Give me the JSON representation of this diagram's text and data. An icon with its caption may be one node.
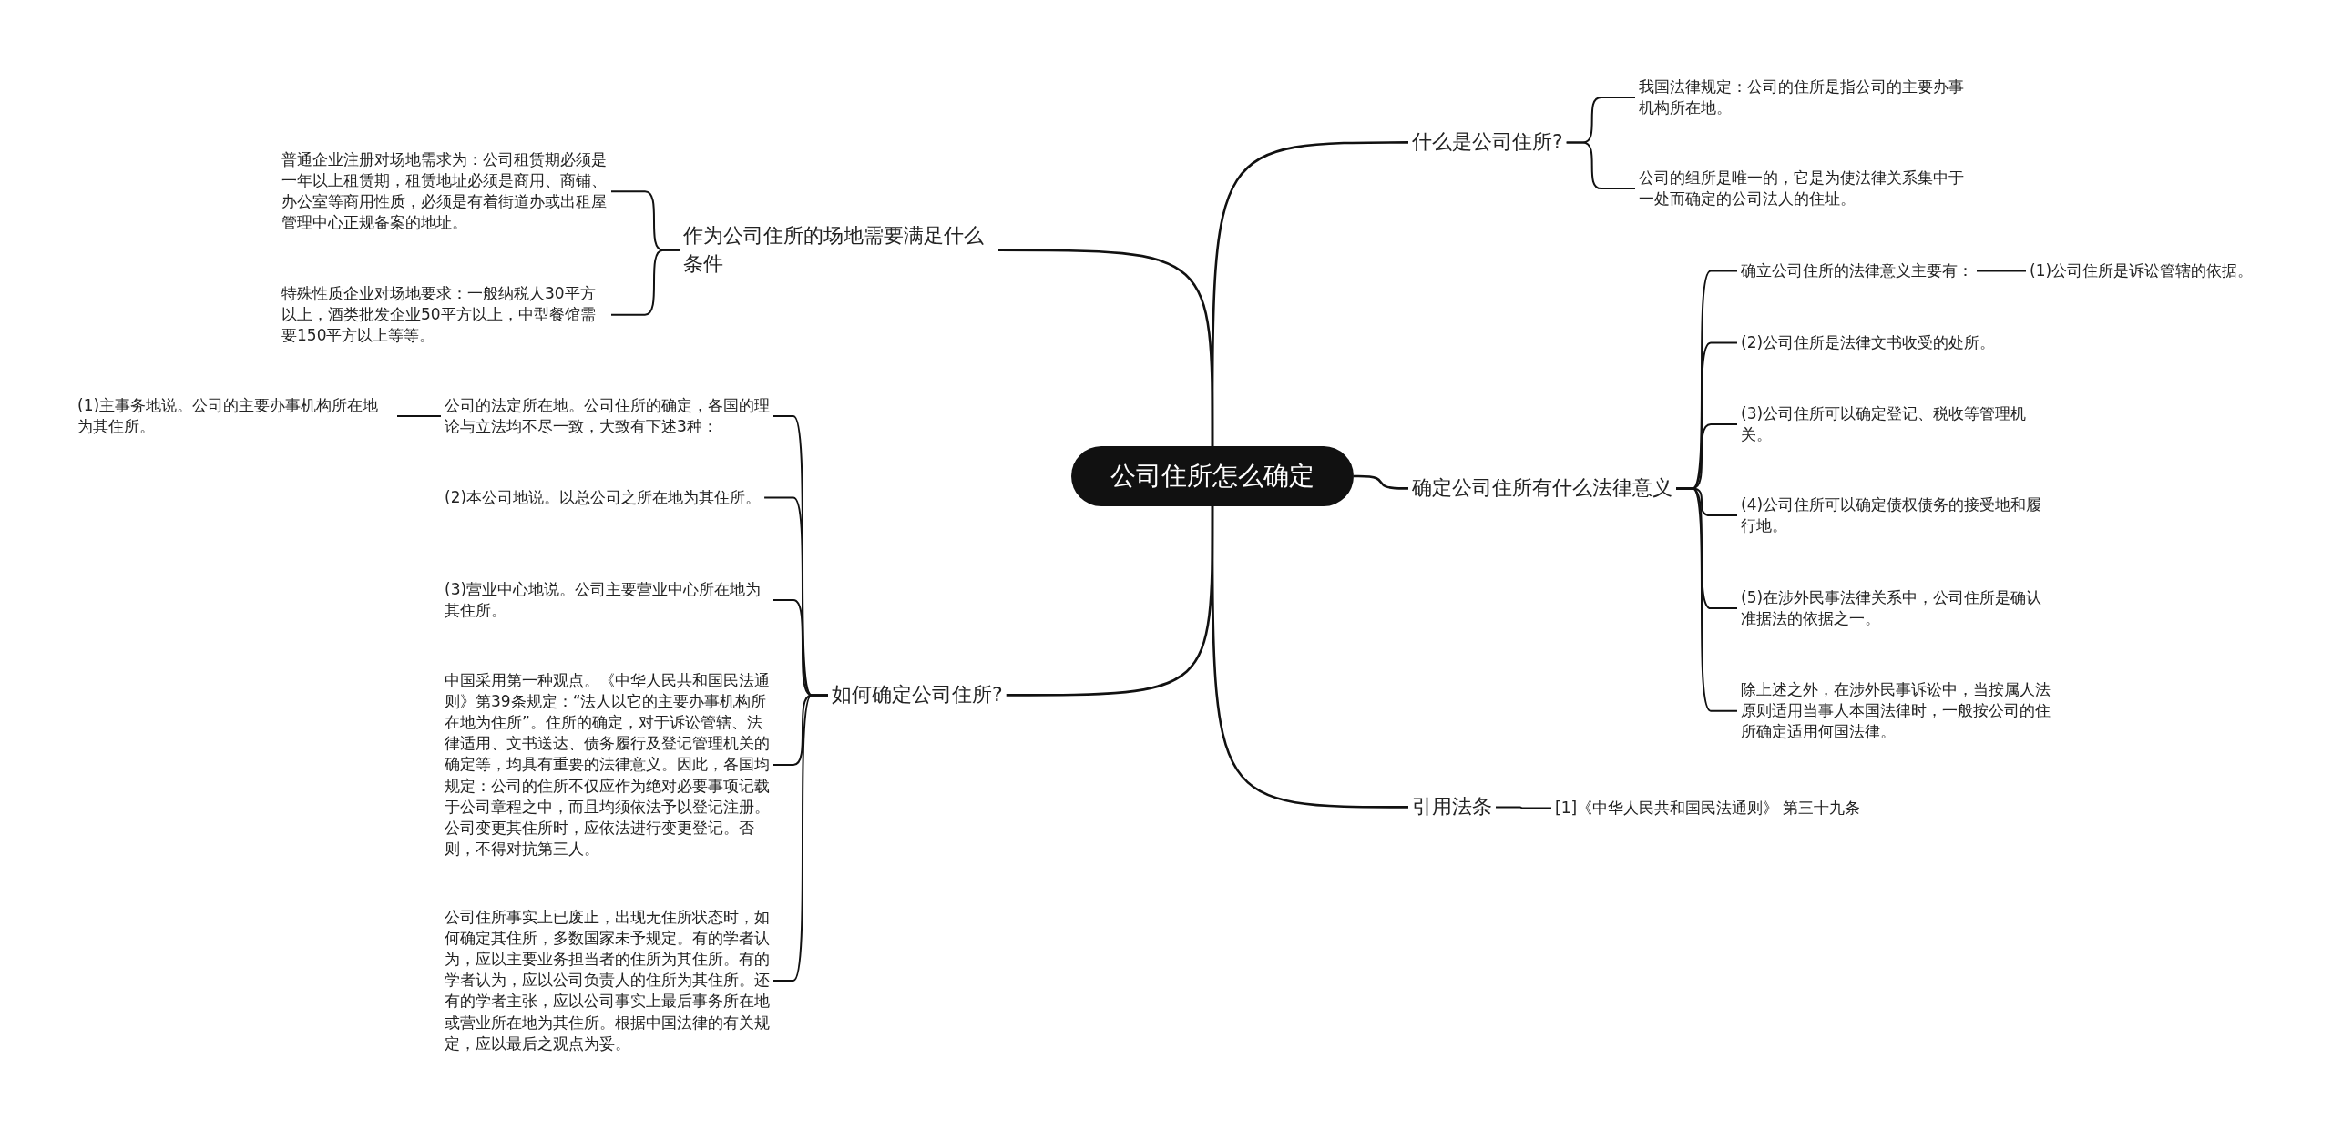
{
  "diagram": {
    "nodes": [
      {
        "text": [
          "公司住所怎么确定"
        ]
      },
      {
        "text": [
          "什么是公司住所?"
        ]
      },
      {
        "text": [
          "我国法律规定：公司的住所是指公司的主要办事机构所在地。"
        ]
      },
      {
        "text": [
          "公司的组所是唯一的，它是为使法律关系集中于一处而确定的公司法人的住址。"
        ]
      },
      {
        "text": [
          "确定公司住所有什么法律意义"
        ]
      },
      {
        "text": [
          "确立公司住所的法律意义主要有："
        ]
      },
      {
        "text": [
          "(1)公司住所是诉讼管辖的依据。"
        ]
      },
      {
        "text": [
          "(2)公司住所是法律文书收受的处所。"
        ]
      },
      {
        "text": [
          "(3)公司住所可以确定登记、税收等管理机关。"
        ]
      },
      {
        "text": [
          "(4)公司住所可以确定债权债务的接受地和履行地。"
        ]
      },
      {
        "text": [
          "(5)在涉外民事法律关系中，公司住所是确认准据法的依据之一。"
        ]
      },
      {
        "text": [
          "除上述之外，在涉外民事诉讼中，当按属人法原则适用当事人本国法律时，一般按公司的住所确定适用何国法律。"
        ]
      },
      {
        "text": [
          "引用法条"
        ]
      },
      {
        "text": [
          "[1]《中华人民共和国民法通则》 第三十九条"
        ]
      },
      {
        "text": [
          "作为公司住所的场地需要满足什么条件"
        ]
      },
      {
        "text": [
          "普通企业注册对场地需求为：公司租赁期必须是一年以上租赁期，租赁地址必须是商用、商铺、办公室等商用性质，必须是有着街道办或出租屋管理中心正规备案的地址。"
        ]
      },
      {
        "text": [
          "特殊性质企业对场地要求：一般纳税人30平方以上，酒类批发企业50平方以上，中型餐馆需要150平方以上等等。"
        ]
      },
      {
        "text": [
          "如何确定公司住所?"
        ]
      },
      {
        "text": [
          "公司的法定所在地。公司住所的确定，各国的理论与立法均不尽一致，大致有下述3种："
        ]
      },
      {
        "text": [
          "(1)主事务地说。公司的主要办事机构所在地为其住所。"
        ]
      },
      {
        "text": [
          "(2)本公司地说。以总公司之所在地为其住所。"
        ]
      },
      {
        "text": [
          "(3)营业中心地说。公司主要营业中心所在地为其住所。"
        ]
      },
      {
        "text": [
          "中国采用第一种观点。《中华人民共和国民法通则》第39条规定：“法人以它的主要办事机构所在地为住所”。住所的确定，对于诉讼管辖、法律适用、文书送达、债务履行及登记管理机关的确定等，均具有重要的法律意义。因此，各国均规定：公司的住所不仅应作为绝对必要事项记载于公司章程之中，而且均须依法予以登记注册。公司变更其住所时，应依法进行变更登记。否则，不得对抗第三人。"
        ]
      },
      {
        "text": [
          "公司住所事实上已废止，出现无住所状态时，如何确定其住所，多数国家未予规定。有的学者认为，应以主要业务担当者的住所为其住所。有的学者认为，应以公司负责人的住所为其住所。还有的学者主张，应以公司事实上最后事务所在地或营业所在地为其住所。根据中国法律的有关规定，应以最后之观点为妥。"
        ]
      }
    ],
    "edges": [
      {
        "from": 0,
        "to": 1,
        "arrow": "none"
      },
      {
        "from": 1,
        "to": 2,
        "arrow": "none"
      },
      {
        "from": 1,
        "to": 3,
        "arrow": "none"
      },
      {
        "from": 0,
        "to": 4,
        "arrow": "none"
      },
      {
        "from": 4,
        "to": 5,
        "arrow": "none"
      },
      {
        "from": 5,
        "to": 6,
        "arrow": "none"
      },
      {
        "from": 4,
        "to": 7,
        "arrow": "none"
      },
      {
        "from": 4,
        "to": 8,
        "arrow": "none"
      },
      {
        "from": 4,
        "to": 9,
        "arrow": "none"
      },
      {
        "from": 4,
        "to": 10,
        "arrow": "none"
      },
      {
        "from": 4,
        "to": 11,
        "arrow": "none"
      },
      {
        "from": 0,
        "to": 12,
        "arrow": "none"
      },
      {
        "from": 12,
        "to": 13,
        "arrow": "none"
      },
      {
        "from": 0,
        "to": 14,
        "arrow": "none"
      },
      {
        "from": 14,
        "to": 15,
        "arrow": "none"
      },
      {
        "from": 14,
        "to": 16,
        "arrow": "none"
      },
      {
        "from": 0,
        "to": 17,
        "arrow": "none"
      },
      {
        "from": 17,
        "to": 18,
        "arrow": "none"
      },
      {
        "from": 18,
        "to": 19,
        "arrow": "none"
      },
      {
        "from": 17,
        "to": 20,
        "arrow": "none"
      },
      {
        "from": 17,
        "to": 21,
        "arrow": "none"
      },
      {
        "from": 17,
        "to": 22,
        "arrow": "none"
      },
      {
        "from": 17,
        "to": 23,
        "arrow": "none"
      }
    ]
  }
}
